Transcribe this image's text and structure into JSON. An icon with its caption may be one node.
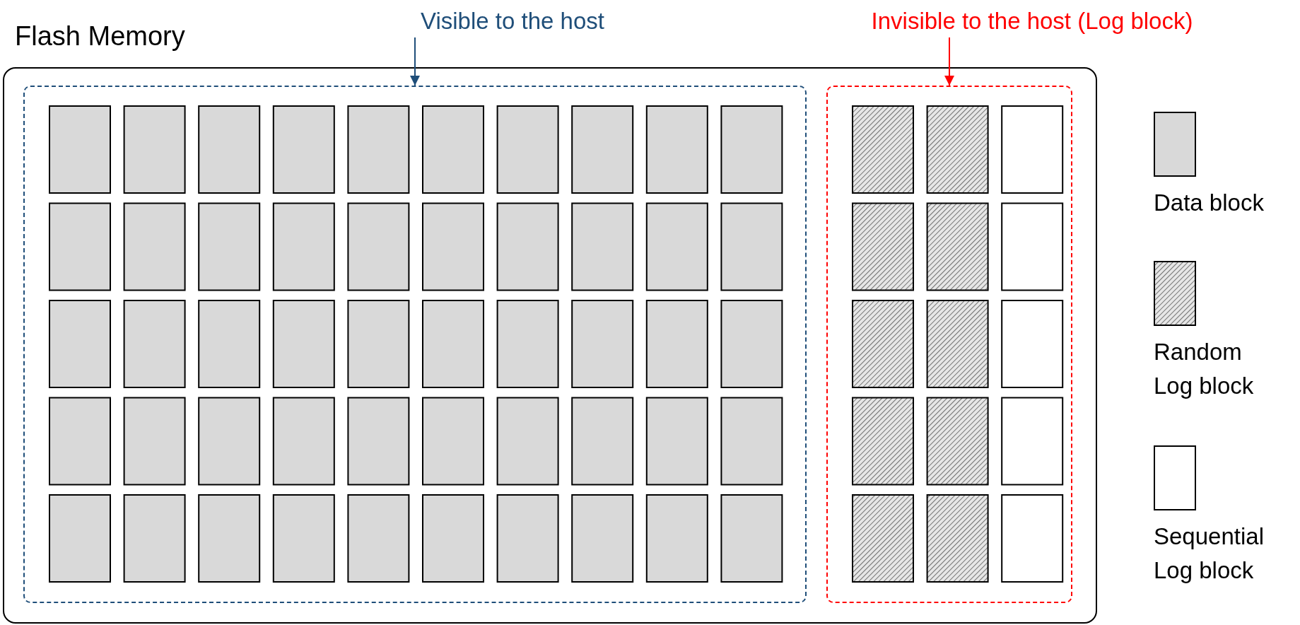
{
  "diagram": {
    "nodes": [
      {
        "text": [
          "Visible to the host"
        ]
      },
      {
        "text": [
          "Invisible to the host (Log block)"
        ]
      },
      {
        "text": [
          "Flash Memory"
        ]
      },
      {
        "text": [],
        "shape": "box",
        "in": 2
      },
      {
        "text": [],
        "shape": "box",
        "in": 2
      }
    ],
    "edges": [
      {
        "from": 0,
        "to": 3,
        "arrow": "to",
        "color": "#1f4e79"
      },
      {
        "from": 1,
        "to": 4,
        "arrow": "to",
        "color": "#ff0000"
      }
    ],
    "legend": [
      {
        "text": "Data block"
      },
      {
        "text": "Random Log block"
      },
      {
        "text": "Sequential Log block"
      }
    ]
  }
}
